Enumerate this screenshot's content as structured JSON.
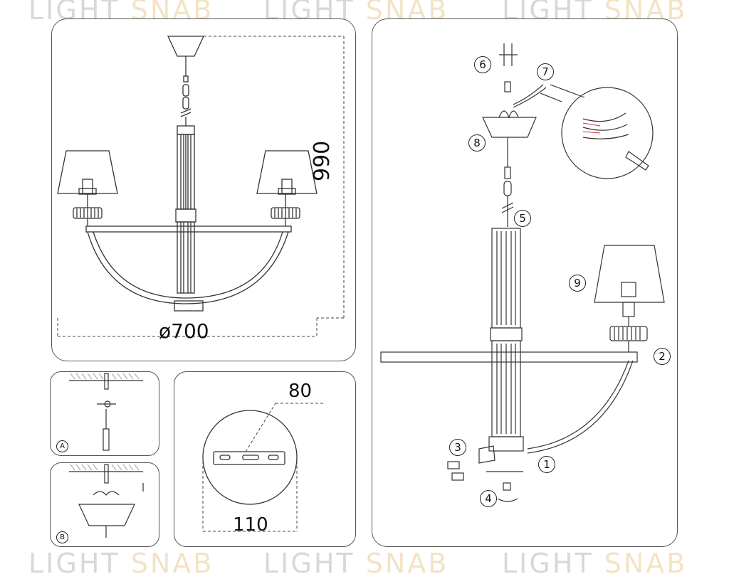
{
  "watermark": {
    "part1": "LIGHT ",
    "part2": "SNAB"
  },
  "overview": {
    "height_label": "990",
    "diameter_label": "ø700"
  },
  "mount_box": {
    "width_label": "110",
    "depth_label": "80"
  },
  "steps": {
    "a": "A",
    "b": "B"
  },
  "parts": [
    "1",
    "2",
    "3",
    "4",
    "5",
    "6",
    "7",
    "8",
    "9"
  ]
}
